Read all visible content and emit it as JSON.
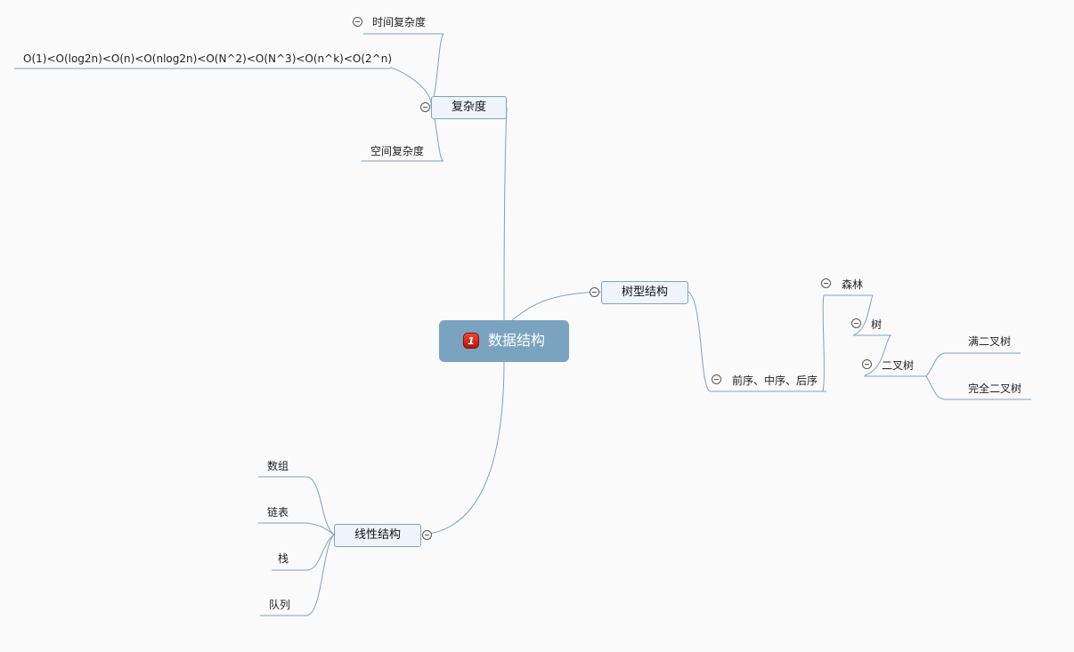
{
  "mindmap": {
    "central": {
      "badge": "1",
      "label": "数据结构"
    },
    "complexity": {
      "label": "复杂度",
      "time": "时间复杂度",
      "time_order": "O(1)<O(log2n)<O(n)<O(nlog2n)<O(N^2)<O(N^3)<O(n^k)<O(2^n)",
      "space": "空间复杂度"
    },
    "tree": {
      "label": "树型结构",
      "forest": "森林",
      "tree": "树",
      "binary": "二叉树",
      "full_binary": "满二叉树",
      "complete_binary": "完全二叉树",
      "traversal": "前序、中序、后序"
    },
    "linear": {
      "label": "线性结构",
      "items": [
        "数组",
        "链表",
        "栈",
        "队列"
      ]
    }
  },
  "colors": {
    "line": "#7fa3bf",
    "central_fill": "#7aa3c0",
    "topic_fill": "#eef4f9"
  }
}
